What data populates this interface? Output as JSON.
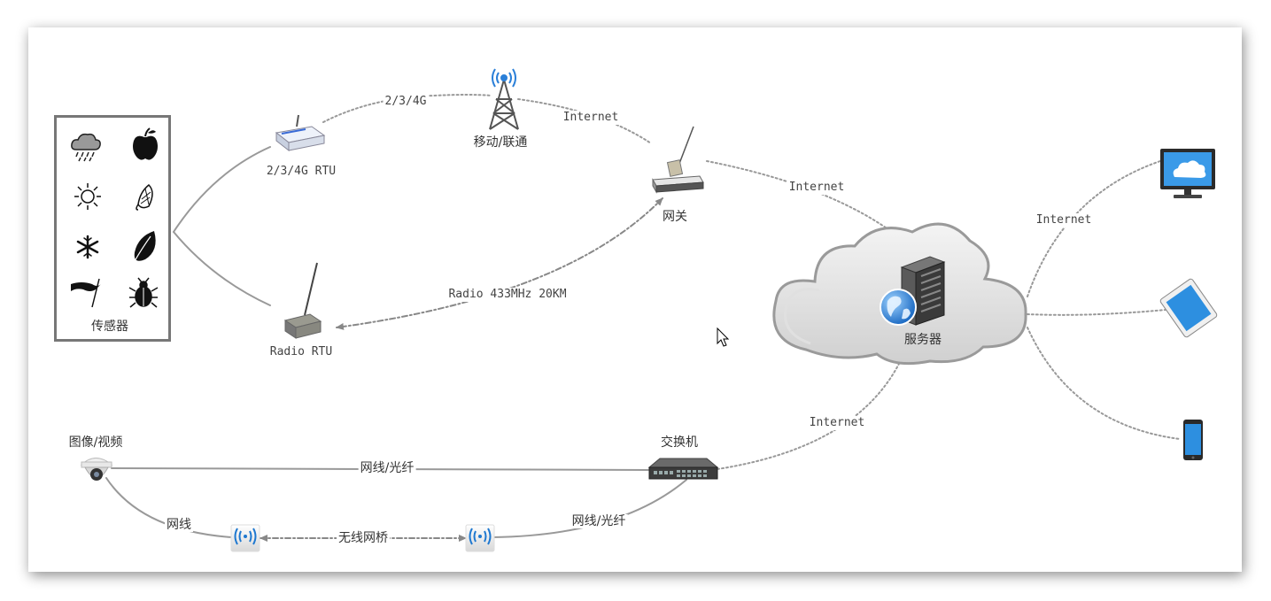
{
  "nodes": {
    "sensors": "传感器",
    "rtu_4g": "2/3/4G RTU",
    "radio_rtu": "Radio RTU",
    "tower": "移动/联通",
    "gateway": "网关",
    "server": "服务器",
    "switch": "交换机",
    "camera": "图像/视频"
  },
  "links": {
    "rtu_to_tower": "2/3/4G",
    "tower_to_gateway": "Internet",
    "gateway_to_cloud": "Internet",
    "radio": "Radio 433MHz 20KM",
    "cloud_to_devices": "Internet",
    "switch_to_cloud": "Internet",
    "camera_to_switch": "网线/光纤",
    "camera_to_bridge": "网线",
    "wireless_bridge": "无线网桥",
    "bridge_to_switch": "网线/光纤"
  },
  "sensor_icons": [
    "rain-cloud-icon",
    "apple-icon",
    "sun-icon",
    "corn-icon",
    "snowflake-icon",
    "leaf-icon",
    "wind-flag-icon",
    "bug-icon"
  ],
  "device_icons": [
    "monitor-icon",
    "tablet-icon",
    "phone-icon"
  ]
}
